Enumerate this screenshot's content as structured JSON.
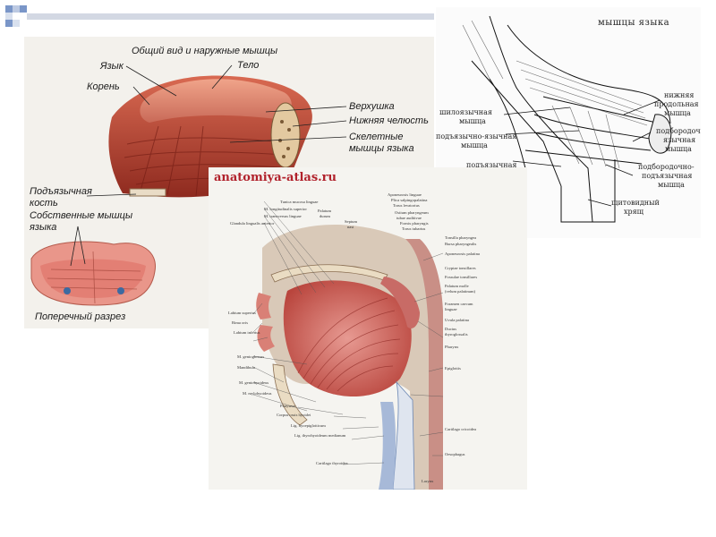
{
  "slide_decor": {
    "square_colors": [
      "#7a96c8",
      "#bcc9e2",
      "#d8e0ee"
    ],
    "bar_color": "#d3d8e3"
  },
  "panel_a": {
    "title": "Общий вид и наружные мышцы",
    "labels": {
      "tongue": "Язык",
      "body": "Тело",
      "root": "Корень",
      "apex": "Верхушка",
      "mandible": "Нижняя челюсть",
      "skeletal1": "Скелетные",
      "skeletal2": "мышцы языка",
      "hyoid1": "Подъязычная",
      "hyoid2": "кость",
      "intrinsic1": "Собственные мышцы",
      "intrinsic2": "языка",
      "cross": "Поперечный разрез"
    }
  },
  "panel_b": {
    "title": "мышцы языка",
    "labels": {
      "inf1": "нижняя",
      "inf2": "продольная",
      "inf3": "мышца",
      "gg1": "подбородочно-",
      "gg2": "язычная",
      "gg3": "мышца",
      "gh1": "подбородочно-",
      "gh2": "подъязычная",
      "gh3": "мышца",
      "thy1": "щитовидный",
      "thy2": "хрящ",
      "sg1": "шилоязычная",
      "sg2": "мышца",
      "hg1": "подъязычно-язычная",
      "hg2": "мышца",
      "hy": "подъязычная"
    }
  },
  "panel_c": {
    "watermark": "anatomiya-atlas.ru",
    "left_labels": [
      "Tunica mucosa linguae",
      "M. longitudinalis superior",
      "M. transversus linguae",
      "Glandula lingualis anterior",
      "Labium superius",
      "Rima oris",
      "Labium inferius",
      "M. genioglossus",
      "Mandibula",
      "M. geniohyoideus",
      "M. mylohyoideus",
      "Platysma",
      "Corpus ossis hyoidei",
      "Lig. hyoepiglotticum",
      "Lig. thyrohyoideum medianum",
      "Cartilago thyroidea"
    ],
    "top_labels": {
      "palatum1": "Palatum",
      "palatum2": "durum",
      "septum1": "Septum",
      "septum2": "nasi",
      "aponeurosis": "Aponeurosis linguae",
      "plica": "Plica salpingopalatina",
      "torus_lev": "Torus levatorius",
      "ostium1": "Ostium pharyngeum",
      "ostium2": "tubae auditivae",
      "fornix": "Fornix pharyngis",
      "torus_tub": "Torus tubarius"
    },
    "right_labels": [
      "Tonsilla pharyngea",
      "Bursa pharyngealis",
      "Aponeurosis palatina",
      "Cryptae tonsillares",
      "Fossulae tonsillares",
      "Palatum molle",
      "(velum palatinum)",
      "Foramen caecum",
      "linguae",
      "Uvula palatina",
      "Ductus",
      "thyroglossalis",
      "Pharynx",
      "Epiglottis",
      "Cartilago cricoidea",
      "Oesophagus",
      "Larynx"
    ]
  }
}
